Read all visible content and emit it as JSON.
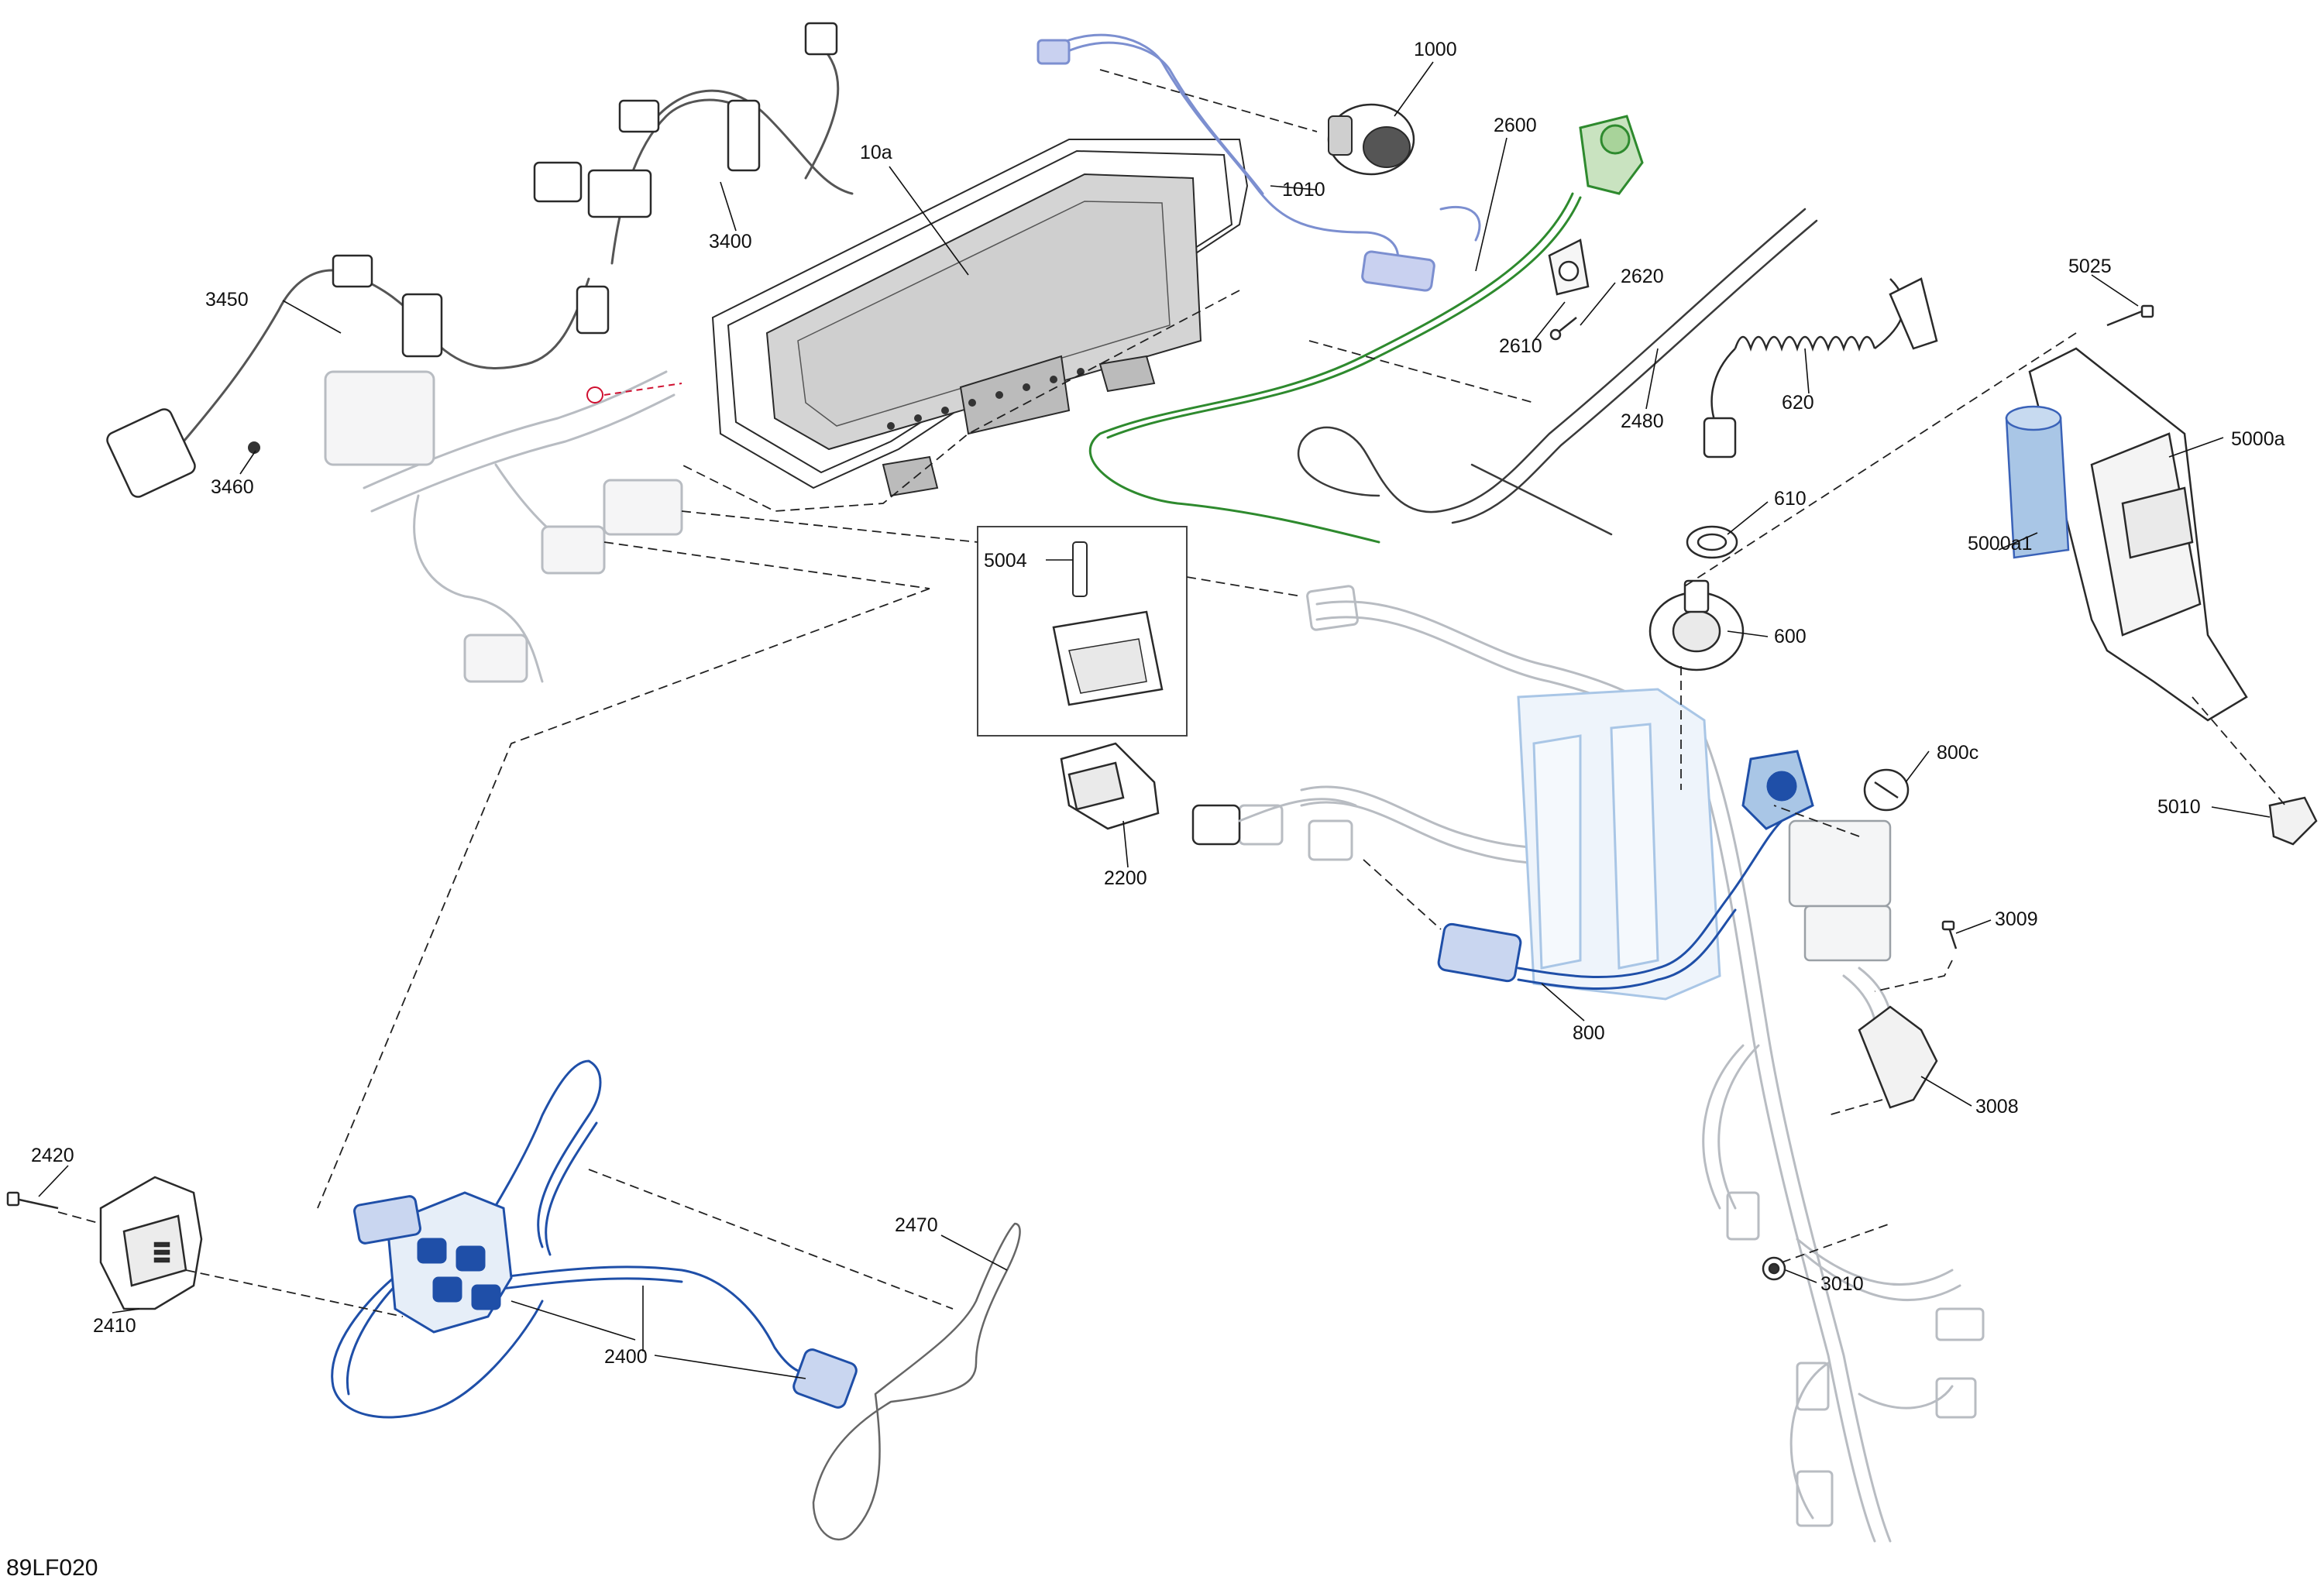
{
  "diagram_code": "89LF020",
  "colors": {
    "outline": "#2a2a2a",
    "faded": "#b8bcc2",
    "blue": "#1f4fa8",
    "light_blue": "#a9c6e6",
    "green": "#2e8a2e",
    "red": "#d01030",
    "cluster_fill": "#d4d4d4"
  },
  "callouts": {
    "c10a": "10a",
    "c1000": "1000",
    "c1010": "1010",
    "c2600": "2600",
    "c2610": "2610",
    "c2620": "2620",
    "c2480": "2480",
    "c620": "620",
    "c610": "610",
    "c600": "600",
    "c5025": "5025",
    "c5000a": "5000a",
    "c5000a1": "5000a1",
    "c5010": "5010",
    "c3400": "3400",
    "c3450": "3450",
    "c3460": "3460",
    "c5004": "5004",
    "c2200": "2200",
    "c800": "800",
    "c800c": "800c",
    "c3009": "3009",
    "c3008": "3008",
    "c3010": "3010",
    "c2420": "2420",
    "c2410": "2410",
    "c2400": "2400",
    "c2470": "2470"
  }
}
